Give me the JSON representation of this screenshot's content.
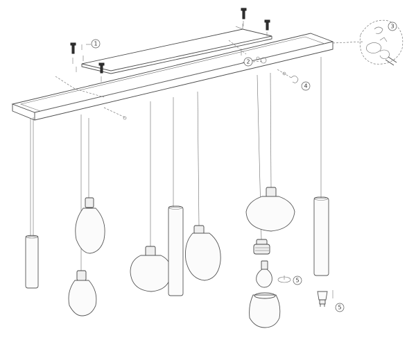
{
  "steps": [
    {
      "id": "step-1",
      "label": "1"
    },
    {
      "id": "step-2",
      "label": "2"
    },
    {
      "id": "step-3",
      "label": "3"
    },
    {
      "id": "step-4",
      "label": "4"
    },
    {
      "id": "step-5a",
      "label": "5"
    },
    {
      "id": "step-5b",
      "label": "5"
    }
  ],
  "colors": {
    "line": "#4a4a4a",
    "background": "#ffffff"
  }
}
